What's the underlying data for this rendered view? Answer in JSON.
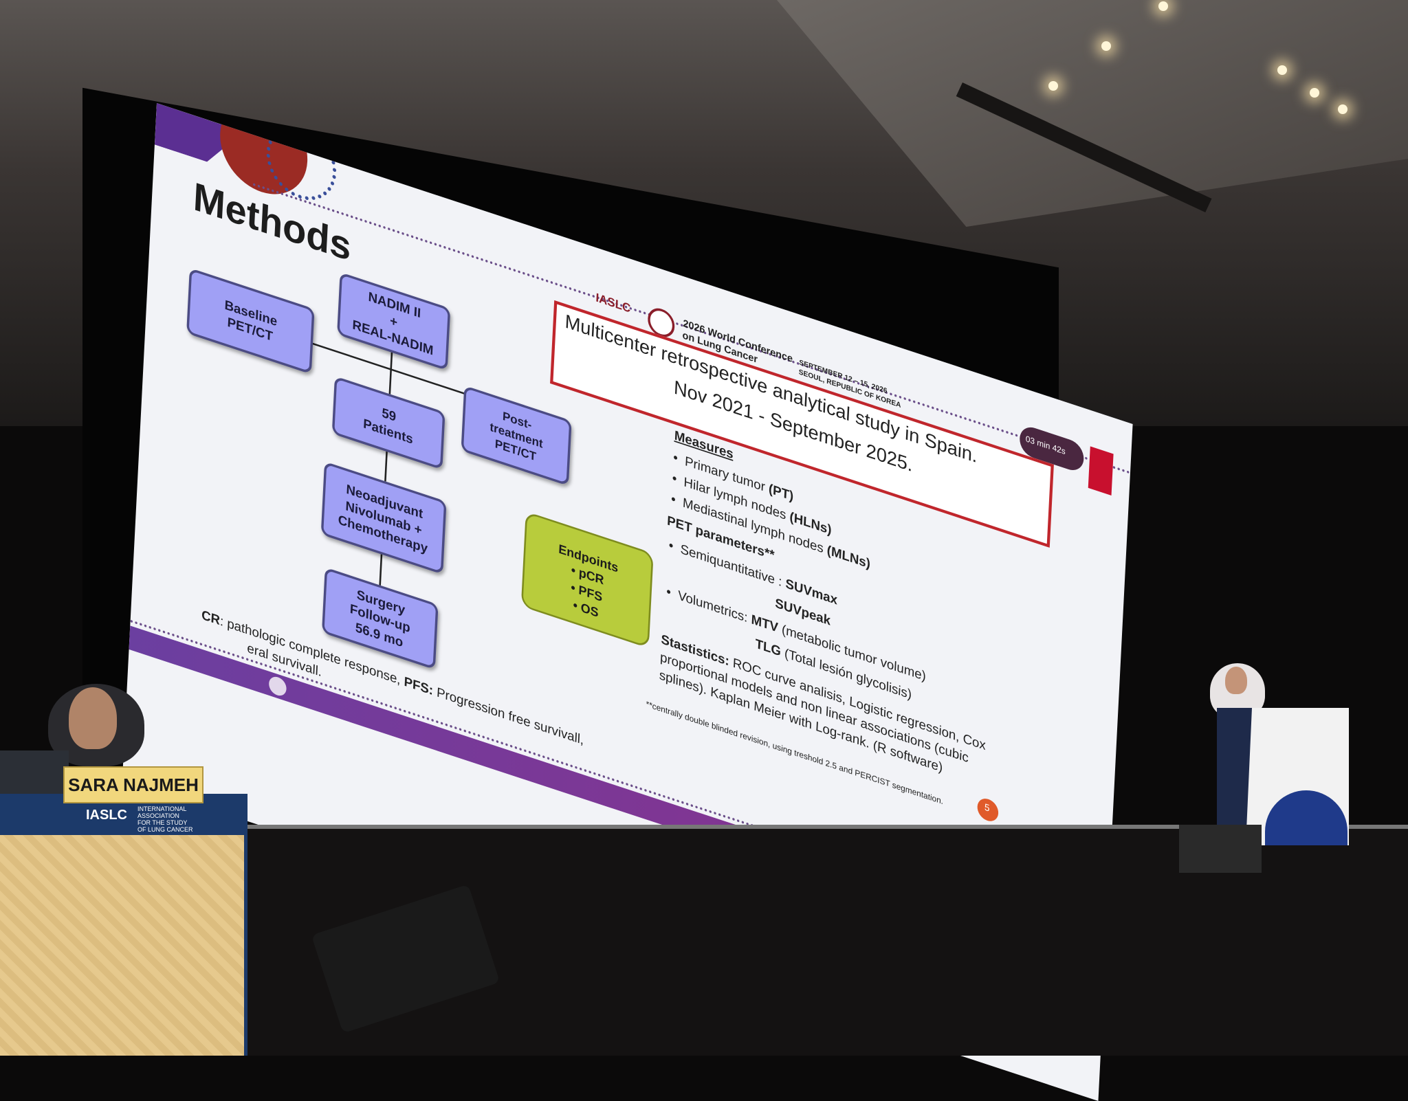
{
  "slide": {
    "title": "Methods",
    "conference": {
      "org": "IASLC",
      "name_line1": "2026 World Conference",
      "name_line2": "on Lung Cancer",
      "dates": "SEPTEMBER 12 – 15, 2026",
      "location": "SEOUL, REPUBLIC OF KOREA"
    },
    "timer": "03 min 42s",
    "study_box": {
      "line1": "Multicenter retrospective analytical study in Spain.",
      "line2": "Nov 2021 - September 2025."
    },
    "flow": {
      "box1": "NADIM II\n+\nREAL-NADIM",
      "box2": "Baseline\nPET/CT",
      "box3": "59\nPatients",
      "box4": "Post-\ntreatment\nPET/CT",
      "box5": "Neoadjuvant\nNivolumab +\nChemotherapy",
      "box6": "Surgery\nFollow-up\n56.9 mo"
    },
    "endpoints": {
      "title": "Endpoints",
      "items": [
        "• pCR",
        "• PFS",
        "• OS"
      ]
    },
    "measures": {
      "heading": "Measures",
      "items": [
        {
          "text": "Primary tumor ",
          "abbr": "(PT)"
        },
        {
          "text": "Hilar lymph nodes ",
          "abbr": "(HLNs)"
        },
        {
          "text": "Mediastinal lymph nodes ",
          "abbr": "(MLNs)"
        }
      ]
    },
    "pet": {
      "heading": "PET parameters**",
      "semi_label": "Semiquantitative :",
      "semi_1": "SUVmax",
      "semi_2": "SUVpeak",
      "vol_label": "Volumetrics:",
      "mtv": "MTV",
      "mtv_desc": "(metabolic tumor volume)",
      "tlg": "TLG",
      "tlg_desc": "(Total lesión glycolisis)"
    },
    "stats": {
      "label": "Stastistics:",
      "line1": "ROC curve analisis, Logistic regression, Cox",
      "line2": "proportional models and non linear associations (cubic",
      "line3": "splines). Kaplan Meier with Log-rank. (R software)"
    },
    "footnote_left_1_abbr": "CR",
    "footnote_left_1": ": pathologic complete response, ",
    "footnote_left_pfs": "PFS:",
    "footnote_left_pfs_text": " Progression free survivall,",
    "footnote_left_2": "eral survivall.",
    "footnote_right": "**centrally double blinded revision, using treshold 2.5 and PERCIST segmentation.",
    "page_number": "5"
  },
  "stage": {
    "nameplate": "SARA NAJMEH",
    "lectern_org": "IASLC",
    "lectern_org_line1": "INTERNATIONAL",
    "lectern_org_line2": "ASSOCIATION",
    "lectern_org_line3": "FOR THE STUDY",
    "lectern_org_line4": "OF LUNG CANCER"
  },
  "colors": {
    "slide_bg": "#f2f3f7",
    "flow_box": "#a0a0f5",
    "endpoints_box": "#b8cc3c",
    "study_border": "#c0262c",
    "accent_purple": "#6b3fa0"
  }
}
